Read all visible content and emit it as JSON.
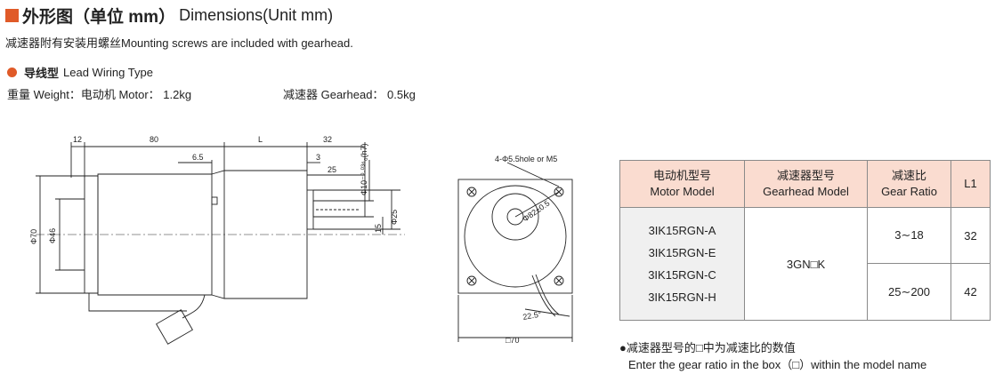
{
  "header": {
    "title_cn": "外形图（单位 mm）",
    "title_en": "Dimensions(Unit mm)",
    "screws_note": "减速器附有安装用螺丝Mounting screws are included with gearhead."
  },
  "lead": {
    "label_cn": "导线型",
    "label_en": "Lead Wiring Type"
  },
  "weights": {
    "motor": "重量 Weight：电动机 Motor： 1.2kg",
    "gearhead": "减速器 Gearhead： 0.5kg"
  },
  "drawing": {
    "dim_12": "12",
    "dim_80": "80",
    "dim_L": "L",
    "dim_32": "32",
    "dim_6_5": "6.5",
    "dim_3": "3",
    "dim_25": "25",
    "dia_10": "Φ10⁻⁰·⁰³⁶₀(h7)",
    "dia_25": "Φ25",
    "dim_15": "15",
    "dia_70": "Φ70",
    "dia_46": "Φ46",
    "holes": "4-Φ5.5hole or M5",
    "pcd": "Φ82±0.5",
    "angle": "22.5°",
    "square": "□70"
  },
  "table": {
    "headers": [
      {
        "cn": "电动机型号",
        "en": "Motor Model"
      },
      {
        "cn": "减速器型号",
        "en": "Gearhead Model"
      },
      {
        "cn": "减速比",
        "en": "Gear Ratio"
      },
      {
        "cn": "",
        "en": "L1"
      }
    ],
    "motors": [
      "3IK15RGN-A",
      "3IK15RGN-E",
      "3IK15RGN-C",
      "3IK15RGN-H"
    ],
    "gearhead": "3GN□K",
    "ratios": [
      {
        "ratio": "3∼18",
        "l1": "32"
      },
      {
        "ratio": "25∼200",
        "l1": "42"
      }
    ]
  },
  "footnote": {
    "cn": "●减速器型号的□中为减速比的数值",
    "en": "Enter the gear ratio in the box（□）within the model name"
  }
}
